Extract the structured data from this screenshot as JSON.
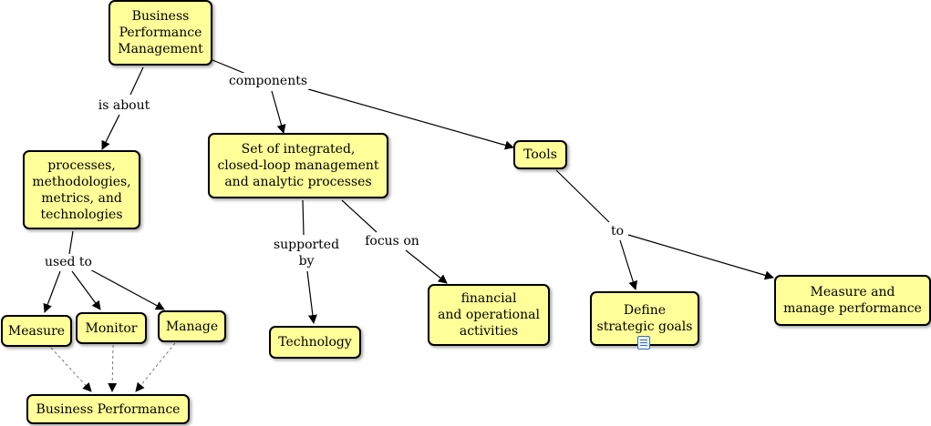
{
  "nodes": {
    "bpm": "Business\nPerformance\nManagement",
    "processes": "processes,\nmethodologies,\nmetrics, and\ntechnologies",
    "set": "Set of integrated,\nclosed-loop management\nand analytic processes",
    "tools": "Tools",
    "measure": "Measure",
    "monitor": "Monitor",
    "manage": "Manage",
    "business_performance": "Business Performance",
    "technology": "Technology",
    "financial": "financial\nand operational\nactivities",
    "define": "Define\nstrategic goals",
    "measure_manage": "Measure and\nmanage performance"
  },
  "links": {
    "is_about": "is about",
    "components": "components",
    "used_to": "used to",
    "supported_by": "supported\nby",
    "focus_on": "focus on",
    "to": "to"
  },
  "icons": {
    "resource": "document-resource-icon"
  }
}
